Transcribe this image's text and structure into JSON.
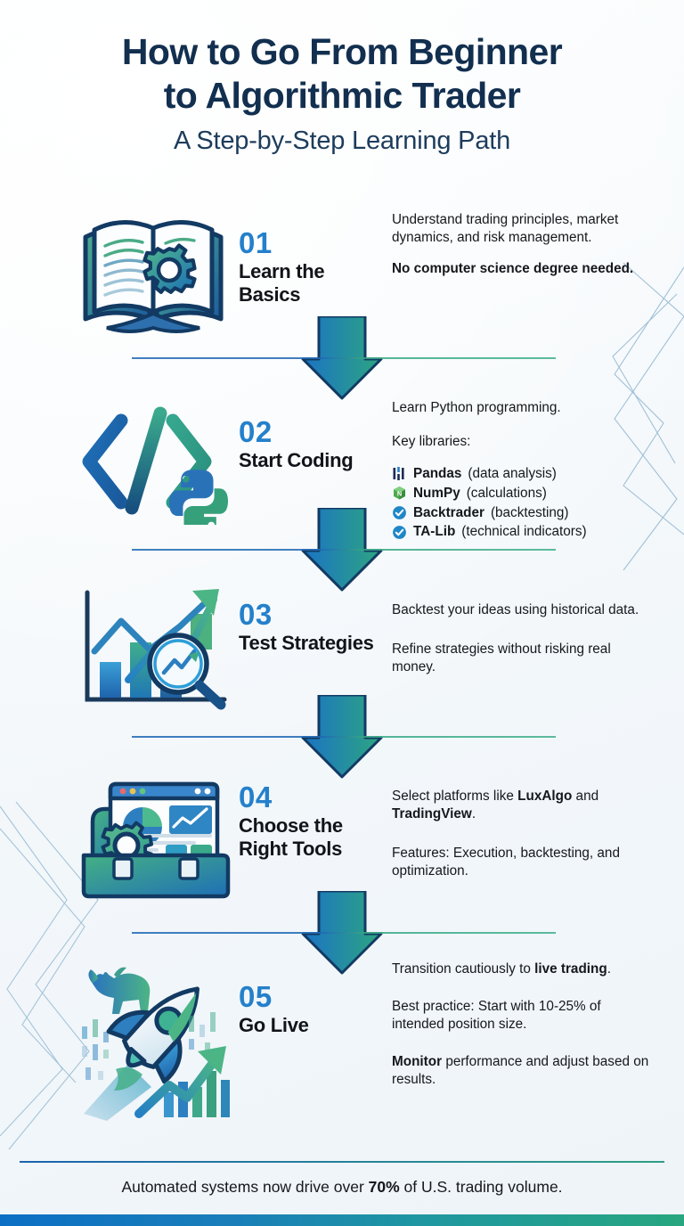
{
  "header": {
    "title_line1": "How to Go From Beginner",
    "title_line2": "to Algorithmic Trader",
    "subtitle": "A Step-by-Step Learning Path"
  },
  "steps": [
    {
      "number": "01",
      "heading": "Learn the Basics",
      "icon": "open-book-gear-icon",
      "paragraphs": [
        {
          "text": "Understand trading principles, market dynamics, and risk management.",
          "bold": false
        },
        {
          "text": "No computer science degree needed.",
          "bold": true
        }
      ]
    },
    {
      "number": "02",
      "heading": "Start Coding",
      "icon": "code-brackets-python-icon",
      "paragraphs": [
        {
          "text": "Learn Python programming.",
          "bold": false
        }
      ],
      "libraries_label": "Key libraries:",
      "libraries": [
        {
          "icon": "pandas-logo-icon",
          "name": "Pandas",
          "desc": " (data analysis)"
        },
        {
          "icon": "numpy-logo-icon",
          "name": "NumPy",
          "desc": " (calculations)"
        },
        {
          "icon": "check-circle-icon",
          "name": "Backtrader",
          "desc": " (backtesting)"
        },
        {
          "icon": "check-circle-icon",
          "name": "TA-Lib",
          "desc": " (technical indicators)"
        }
      ]
    },
    {
      "number": "03",
      "heading": "Test Strategies",
      "icon": "bar-chart-magnifier-icon",
      "paragraphs": [
        {
          "text": "Backtest your ideas using historical data.",
          "bold": false
        },
        {
          "text": "Refine strategies without risking real money.",
          "bold": false
        }
      ]
    },
    {
      "number": "04",
      "heading": "Choose the Right Tools",
      "icon": "toolbox-dashboard-icon",
      "rich_paragraphs": [
        [
          {
            "t": "Select platforms like ",
            "b": false
          },
          {
            "t": "LuxAlgo",
            "b": true
          },
          {
            "t": " and ",
            "b": false
          },
          {
            "t": "TradingView",
            "b": true
          },
          {
            "t": ".",
            "b": false
          }
        ],
        [
          {
            "t": "Features: Execution, backtesting, and optimization.",
            "b": false
          }
        ]
      ]
    },
    {
      "number": "05",
      "heading": "Go Live",
      "icon": "rocket-bull-chart-icon",
      "rich_paragraphs": [
        [
          {
            "t": "Transition cautiously to ",
            "b": false
          },
          {
            "t": "live trading",
            "b": true
          },
          {
            "t": ".",
            "b": false
          }
        ],
        [
          {
            "t": "Best practice: Start with 10-25% of intended position size.",
            "b": false
          }
        ],
        [
          {
            "t": "Monitor",
            "b": true
          },
          {
            "t": " performance and adjust based on results.",
            "b": false
          }
        ]
      ]
    }
  ],
  "footer": {
    "text_before": "Automated systems now drive over ",
    "highlight": "70%",
    "text_after": " of U.S. trading volume."
  },
  "colors": {
    "title": "#122f4f",
    "number": "#2480cb",
    "heading": "#111418",
    "body": "#15181c",
    "accent_blue": "#1f69b5",
    "accent_green": "#2fa07f",
    "background": "#f4f8fb"
  }
}
